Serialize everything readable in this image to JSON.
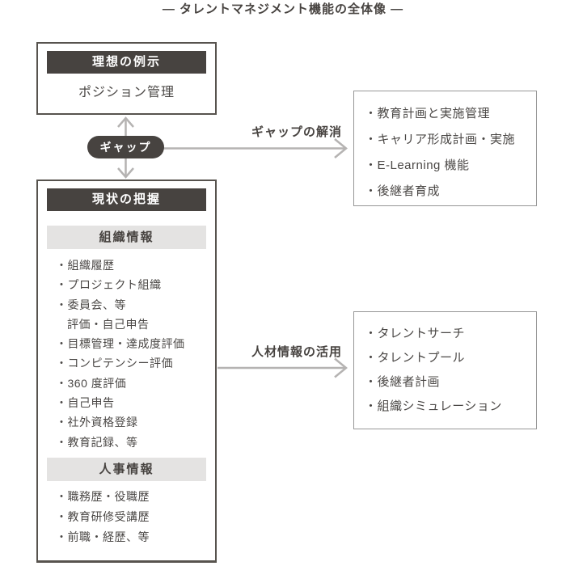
{
  "title": "— タレントマネジメント機能の全体像 —",
  "ideal_box": {
    "header": "理想の例示",
    "item": "ポジション管理"
  },
  "gap_pill": "ギャップ",
  "arrows": {
    "gap_resolution_label": "ギャップの解消",
    "utilization_label": "人材情報の活用"
  },
  "gap_resolution_box": {
    "items": [
      "・教育計画と実施管理",
      "・キャリア形成計画・実施",
      "・E-Learning 機能",
      "・後継者育成"
    ]
  },
  "current_box": {
    "header": "現状の把握",
    "org_section": {
      "header": "組織情報",
      "items": [
        "・組織履歴",
        "・プロジェクト組織",
        "・委員会、等",
        "評価・自己申告",
        "・目標管理・達成度評価",
        "・コンピテンシー評価",
        "・360 度評価",
        "・自己申告",
        "・社外資格登録",
        "・教育記録、等"
      ]
    },
    "hr_section": {
      "header": "人事情報",
      "items": [
        "・職務歴・役職歴",
        "・教育研修受講歴",
        "・前職・経歴、等"
      ]
    }
  },
  "utilization_box": {
    "items": [
      "・タレントサーチ",
      "・タレントプール",
      "・後継者計画",
      "・組織シミュレーション"
    ]
  },
  "colors": {
    "dark_header_bg": "#474340",
    "dark_border": "#57534e",
    "light_border": "#979797",
    "gray_header_bg": "#e4e3e2",
    "arrow_gray": "#b5b3b2",
    "text": "#4b4846"
  }
}
